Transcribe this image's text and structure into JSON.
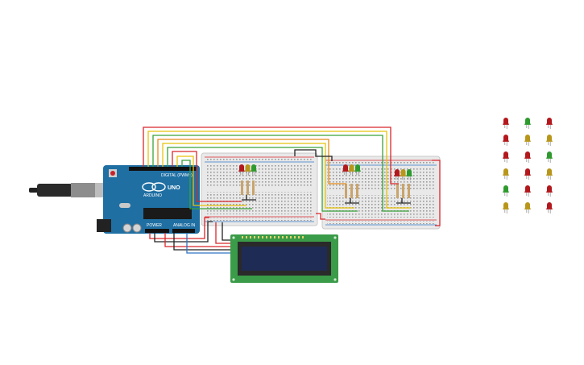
{
  "board": {
    "model_label": "UNO",
    "brand_label": "ARDUINO",
    "digital_label": "DIGITAL (PWM~)",
    "analog_label": "ANALOG IN",
    "power_label": "POWER"
  },
  "colors": {
    "board_blue": "#1f6fa3",
    "breadboard": "#e9e9e9",
    "lcd_pcb": "#3a9b48",
    "lcd_screen": "#1e2b55",
    "wire_red": "#d8262b",
    "wire_black": "#222222",
    "wire_yellow": "#e7c20a",
    "wire_green": "#3aa23a",
    "wire_orange": "#e58b1c",
    "wire_blue": "#2f74c4",
    "led_red": "#b3181c",
    "led_yellow": "#b8961a",
    "led_green": "#2e9a2e"
  },
  "traffic_lights": [
    {
      "name": "light-1",
      "leds": [
        "red",
        "yellow",
        "green"
      ]
    },
    {
      "name": "light-2",
      "leds": [
        "red",
        "yellow",
        "green"
      ]
    },
    {
      "name": "light-3",
      "leds": [
        "red",
        "yellow",
        "green"
      ]
    }
  ],
  "spare_leds": [
    [
      "red",
      "green",
      "red"
    ],
    [
      "red",
      "yellow",
      "yellow"
    ],
    [
      "red",
      "red",
      "green"
    ],
    [
      "yellow",
      "red",
      "yellow"
    ],
    [
      "green",
      "red",
      "red"
    ],
    [
      "yellow",
      "yellow",
      "red"
    ]
  ]
}
